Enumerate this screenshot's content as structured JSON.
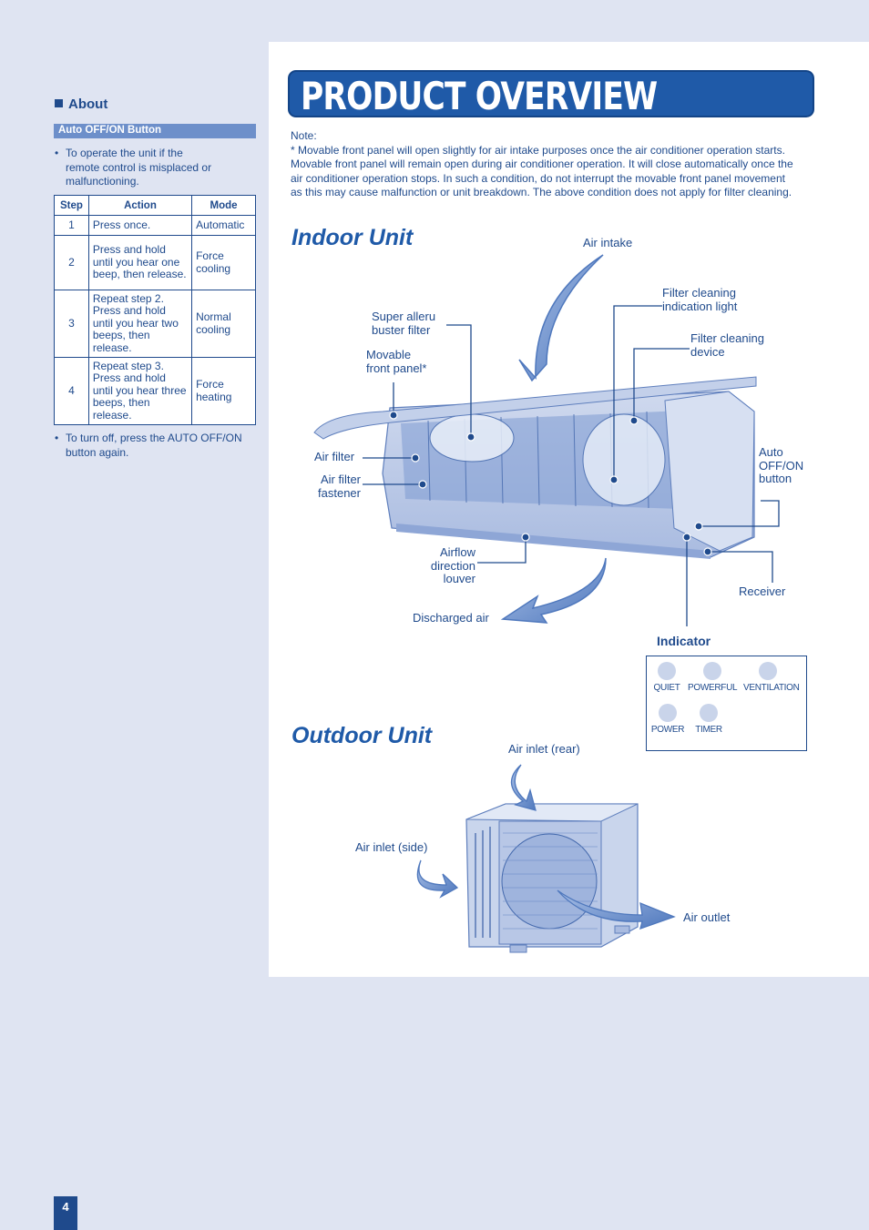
{
  "page_number": "4",
  "title": "PRODUCT OVERVIEW",
  "about": {
    "heading": "About",
    "button_label": "Auto OFF/ON Button",
    "intro": [
      "To operate the unit if the",
      "remote control is misplaced or",
      "malfunctioning."
    ],
    "table": {
      "headers": [
        "Step",
        "Action",
        "Mode"
      ],
      "rows": [
        {
          "step": "1",
          "action": "Press once.",
          "mode": "Automatic"
        },
        {
          "step": "2",
          "action": "Press and hold until you hear one beep, then release.",
          "mode": "Force cooling"
        },
        {
          "step": "3",
          "action": "Repeat step 2. Press and hold until you hear two beeps, then release.",
          "mode": "Normal cooling"
        },
        {
          "step": "4",
          "action": "Repeat step 3. Press and hold until you hear three beeps, then release.",
          "mode": "Force heating"
        }
      ]
    },
    "outro": [
      "To turn off, press the AUTO OFF/ON",
      "button again."
    ]
  },
  "note": {
    "label": "Note:",
    "lines": [
      "* Movable front panel will open slightly for air intake purposes once the air conditioner operation starts.",
      "Movable front panel will remain open during air conditioner operation. It will close automatically once the",
      "air conditioner operation stops. In such a condition, do not interrupt the movable front panel movement",
      "as this may cause malfunction or unit breakdown. The above condition does not apply for filter cleaning."
    ]
  },
  "indoor": {
    "heading": "Indoor Unit",
    "labels": {
      "air_intake": "Air intake",
      "filter_light": [
        "Filter cleaning",
        "indication light"
      ],
      "super_alleru": [
        "Super alleru",
        "buster filter"
      ],
      "filter_device": [
        "Filter cleaning",
        "device"
      ],
      "movable_panel": [
        "Movable",
        "front panel*"
      ],
      "air_filter": "Air filter",
      "auto_button": [
        "Auto",
        "OFF/ON",
        "button"
      ],
      "filter_fastener": [
        "Air filter",
        "fastener"
      ],
      "louver": [
        "Airflow",
        "direction",
        "louver"
      ],
      "receiver": "Receiver",
      "discharged": "Discharged air"
    },
    "indicator": {
      "title": "Indicator",
      "items": [
        "QUIET",
        "POWERFUL",
        "VENTILATION",
        "POWER",
        "TIMER"
      ]
    }
  },
  "outdoor": {
    "heading": "Outdoor Unit",
    "labels": {
      "inlet_rear": "Air inlet (rear)",
      "inlet_side": "Air inlet (side)",
      "outlet": "Air outlet"
    }
  },
  "colors": {
    "brand_blue": "#1f5aa8",
    "text_blue": "#1f4a8c",
    "page_bg": "#dfe4f2",
    "arrow_blue": "#5f86c6"
  }
}
